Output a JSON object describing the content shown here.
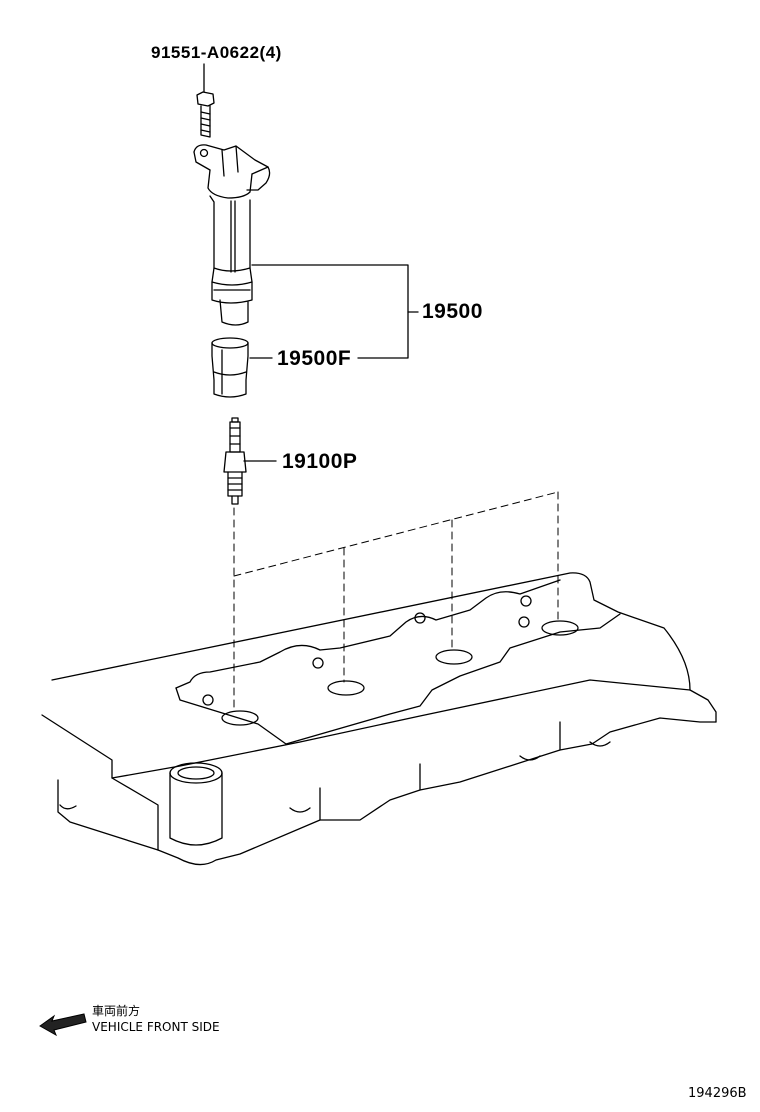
{
  "parts": {
    "bolt": "91551-A0622(4)",
    "ignition_coil": "19500",
    "coil_boot": "19500F",
    "spark_plug": "19100P"
  },
  "orientation": {
    "label_jp": "車両前方",
    "label_en": "VEHICLE FRONT SIDE"
  },
  "figure_ref": "194296B",
  "icons": {
    "arrow": "arrow-left-icon"
  }
}
